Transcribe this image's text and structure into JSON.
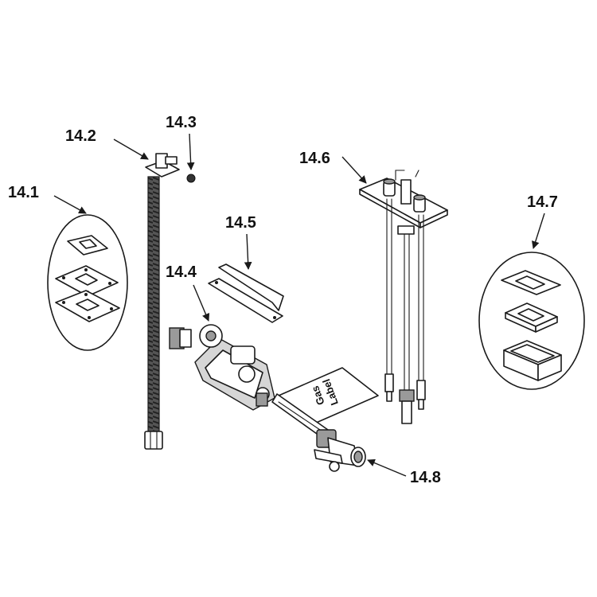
{
  "labels": {
    "p14_1": "14.1",
    "p14_2": "14.2",
    "p14_3": "14.3",
    "p14_4": "14.4",
    "p14_5": "14.5",
    "p14_6": "14.6",
    "p14_7": "14.7",
    "p14_8": "14.8"
  },
  "gas_label": {
    "line1": "Gas",
    "line2": "Label"
  },
  "colors": {
    "line": "#1a1a1a",
    "text": "#111111",
    "background": "#ffffff"
  }
}
